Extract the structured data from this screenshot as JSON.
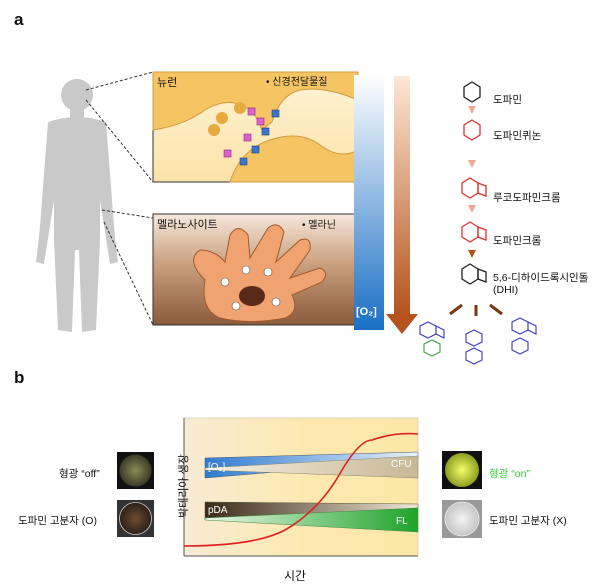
{
  "panel_a": {
    "letter": "a",
    "neuron_label": "뉴런",
    "neurotransmitter_label": "신경전달물질",
    "melanocyte_label": "멜라노사이트",
    "melanin_label": "멜라닌",
    "oxygen_label": "[O₂]",
    "pathway": [
      {
        "name": "도파민"
      },
      {
        "name": "도파민퀴논"
      },
      {
        "name": "루코도파민크롬"
      },
      {
        "name": "도파민크롬"
      },
      {
        "name": "5,6-디하이드록시인돌\n(DHI)"
      }
    ]
  },
  "panel_b": {
    "letter": "b",
    "y_axis_label": "박테리아 생장",
    "x_axis_label": "시간",
    "bars": {
      "o2": "[O₂]",
      "cfu": "CFU",
      "pda": "pDA",
      "fl": "FL"
    },
    "left": {
      "fluor_label": "형광 “off”",
      "polymer_label": "도파민 고분자 (O)"
    },
    "right": {
      "fluor_label": "형광 “on”",
      "polymer_label": "도파민 고분자 (X)"
    }
  },
  "colors": {
    "fluor_on": "#33cc33",
    "growth_curve": "#dd2222",
    "oxygen_blue": "#1a6fc4",
    "arrow_brown": "#b4531c"
  }
}
